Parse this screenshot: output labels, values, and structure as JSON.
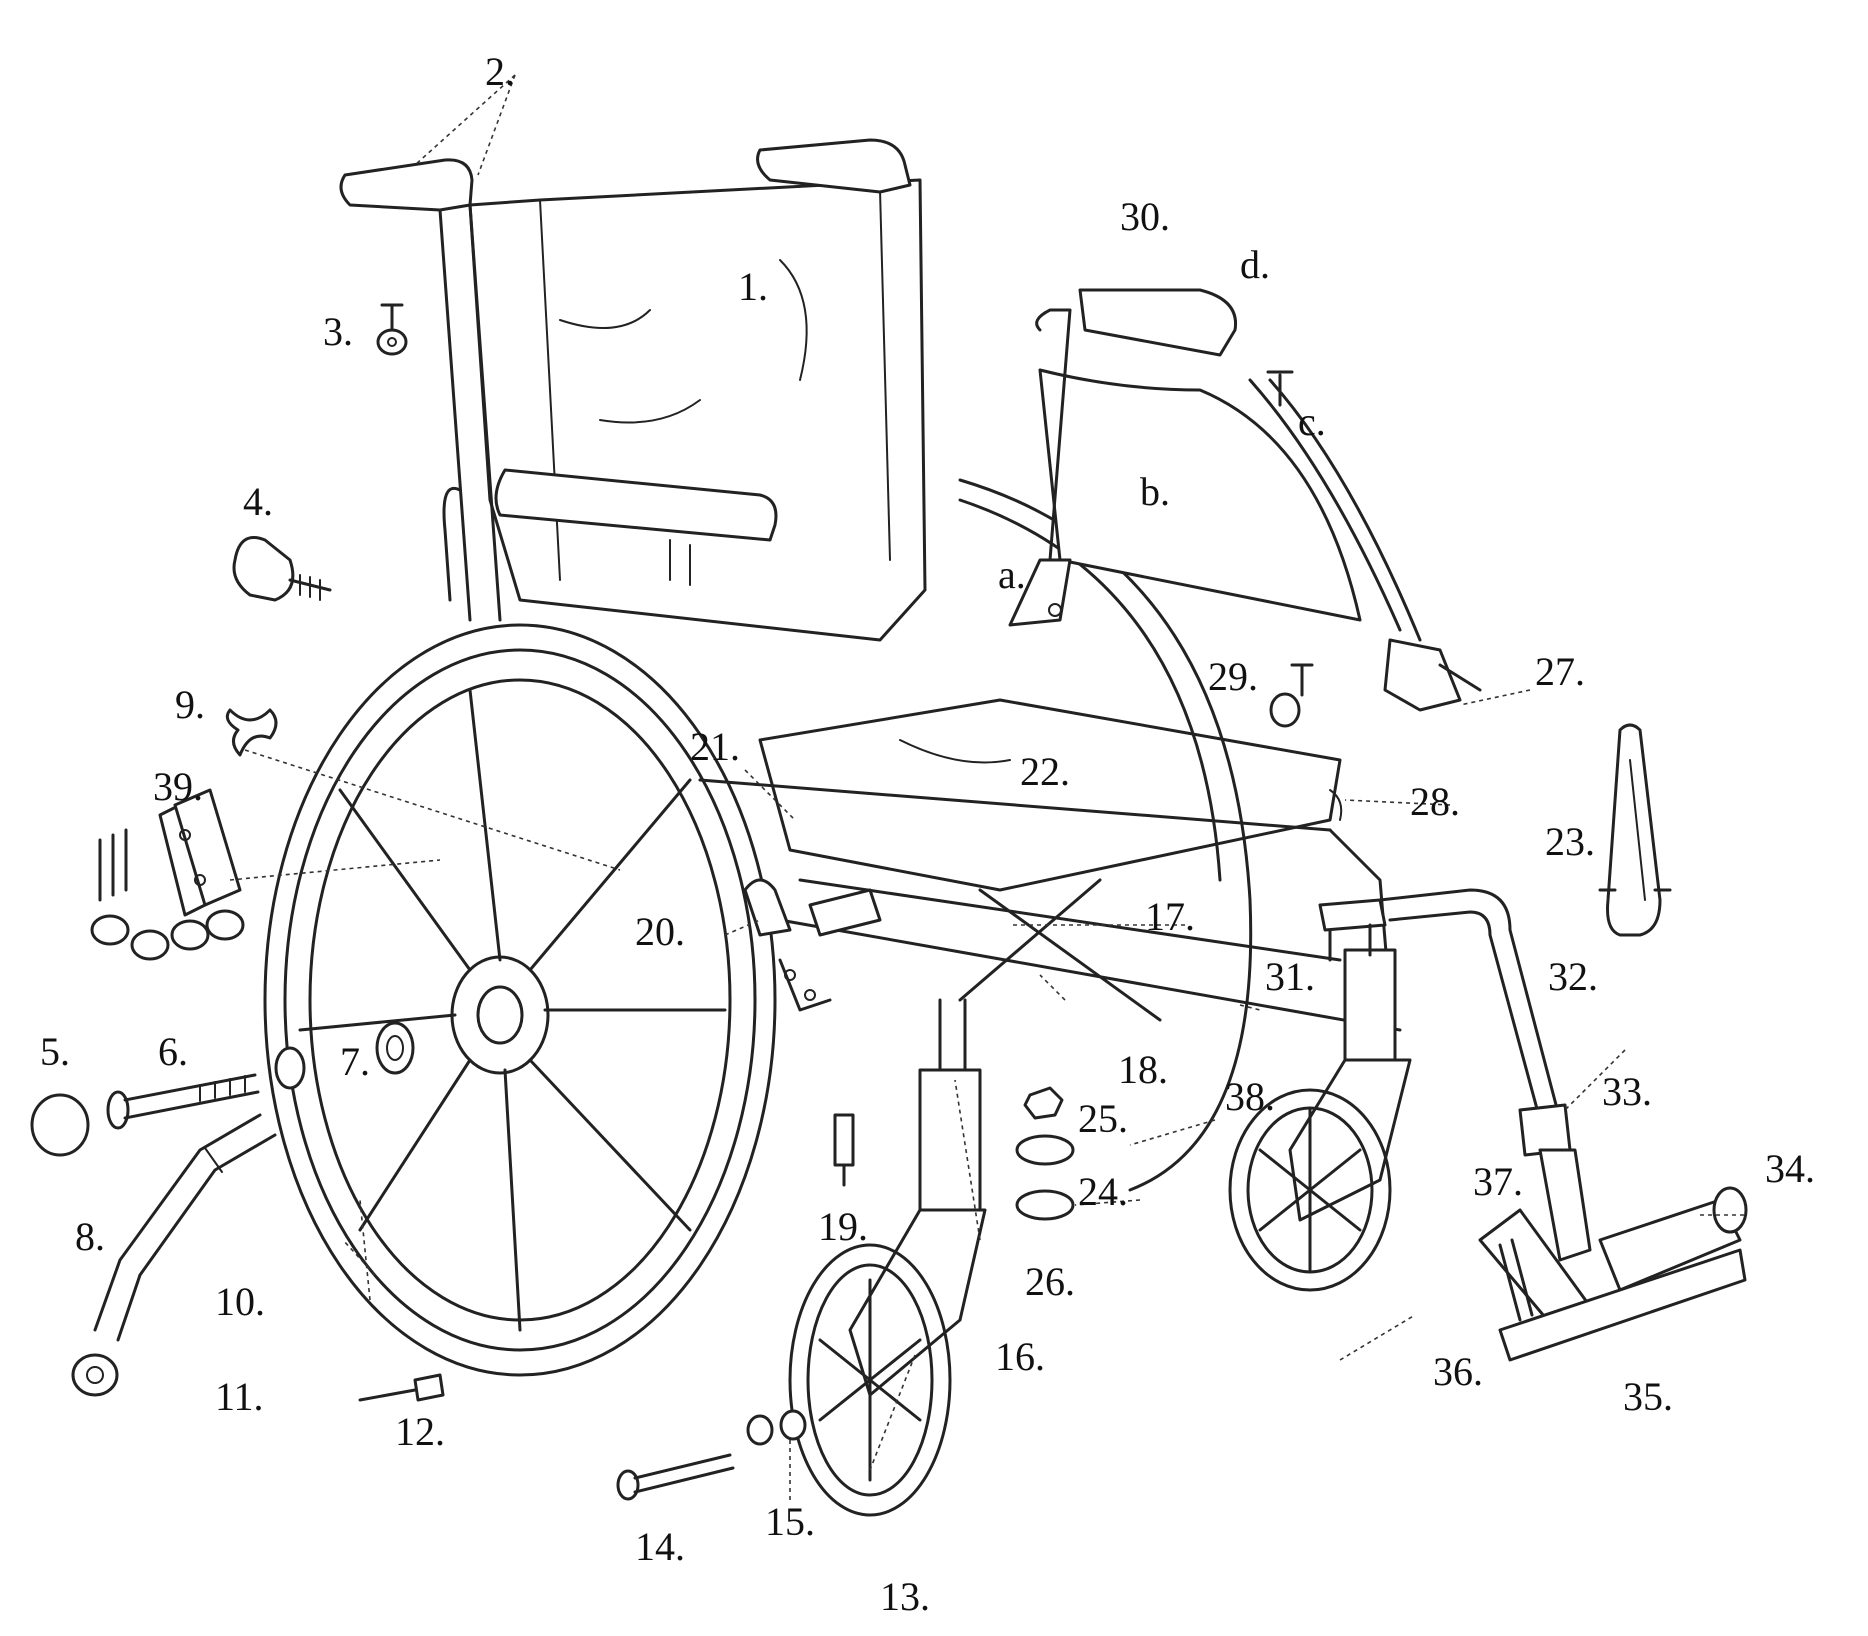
{
  "labels": {
    "l1": "1.",
    "l2": "2.",
    "l3": "3.",
    "l4": "4.",
    "l5": "5.",
    "l6": "6.",
    "l7": "7.",
    "l8": "8.",
    "l9": "9.",
    "l10": "10.",
    "l11": "11.",
    "l12": "12.",
    "l13": "13.",
    "l14": "14.",
    "l15": "15.",
    "l16": "16.",
    "l17": "17.",
    "l18": "18.",
    "l19": "19.",
    "l20": "20.",
    "l21": "21.",
    "l22": "22.",
    "l23": "23.",
    "l24": "24.",
    "l25": "25.",
    "l26": "26.",
    "l27": "27.",
    "l28": "28.",
    "l29": "29.",
    "l30": "30.",
    "l31": "31.",
    "l32": "32.",
    "l33": "33.",
    "l34": "34.",
    "l35": "35.",
    "l36": "36.",
    "l37": "37.",
    "l38": "38.",
    "l39": "39.",
    "la": "a.",
    "lb": "b.",
    "lc": "c.",
    "ld": "d."
  },
  "colors": {
    "line": "#222222",
    "background": "#ffffff"
  }
}
